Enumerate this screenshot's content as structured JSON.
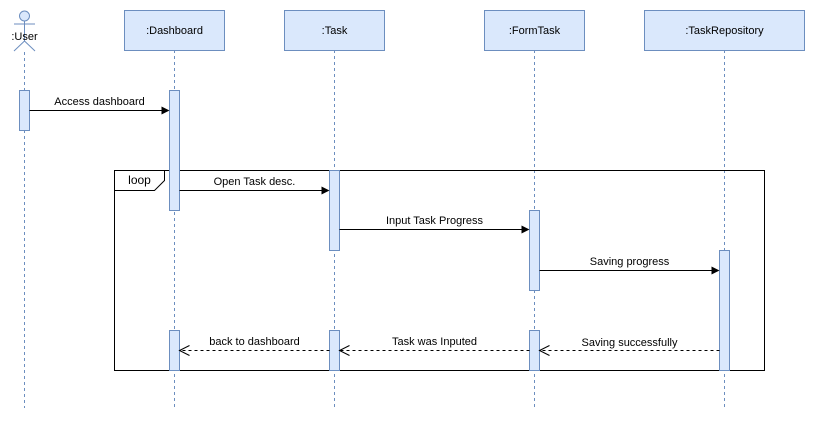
{
  "actor": {
    "label": ":User"
  },
  "participants": [
    {
      "id": "dashboard",
      "label": ":Dashboard"
    },
    {
      "id": "task",
      "label": ":Task"
    },
    {
      "id": "formtask",
      "label": ":FormTask"
    },
    {
      "id": "repo",
      "label": ":TaskRepository"
    }
  ],
  "loop": {
    "label": "loop"
  },
  "messages": {
    "access_dashboard": "Access dashboard",
    "open_task_desc": "Open Task desc.",
    "input_task_progress": "Input Task Progress",
    "saving_progress": "Saving progress",
    "saving_successfully": "Saving successfully",
    "task_was_inputed": "Task was Inputed",
    "back_to_dashboard": "back to dashboard"
  },
  "colors": {
    "fill": "#dae8fc",
    "stroke": "#6c8ebf",
    "line": "#000000"
  }
}
